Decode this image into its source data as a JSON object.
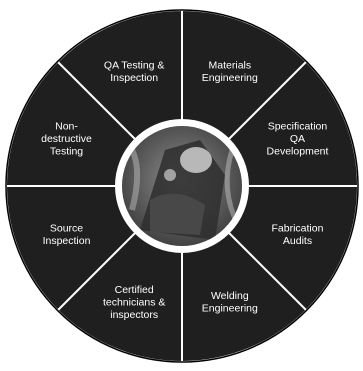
{
  "diagram": {
    "segments": [
      {
        "id": "materials-engineering",
        "lines": [
          "Materials",
          "Engineering"
        ]
      },
      {
        "id": "specification-qa-development",
        "lines": [
          "Specification",
          "QA",
          "Development"
        ]
      },
      {
        "id": "fabrication-audits",
        "lines": [
          "Fabrication",
          "Audits"
        ]
      },
      {
        "id": "welding-engineering",
        "lines": [
          "Welding",
          "Engineering"
        ]
      },
      {
        "id": "certified-technicians-inspectors",
        "lines": [
          "Certified",
          "technicians &",
          "inspectors"
        ]
      },
      {
        "id": "source-inspection",
        "lines": [
          "Source",
          "Inspection"
        ]
      },
      {
        "id": "non-destructive-testing",
        "lines": [
          "Non-",
          "destructive",
          "Testing"
        ]
      },
      {
        "id": "qa-testing-inspection",
        "lines": [
          "QA Testing &",
          "Inspection"
        ]
      }
    ],
    "center_image": {
      "description": "photo-hub"
    },
    "colors": {
      "segment_fill": "#1f1f1f",
      "divider": "#ffffff",
      "ring": "#ffffff",
      "text": "#ffffff"
    }
  }
}
